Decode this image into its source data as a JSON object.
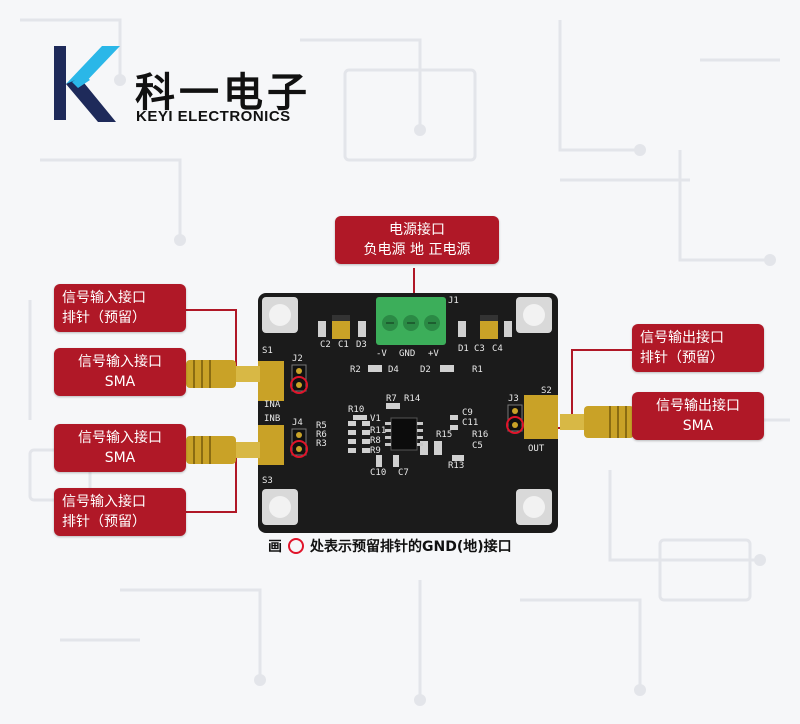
{
  "brand": {
    "name_cn": "科一电子",
    "name_en": "KEYI ELECTRONICS",
    "colors": {
      "logo_dark": "#1e2a5a",
      "logo_cyan": "#2ab7e8"
    }
  },
  "callouts": {
    "power": {
      "line1": "电源接口",
      "line2": "负电源  地  正电源"
    },
    "in_a_header": {
      "line1": "信号输入接口",
      "line2": "排针（预留）"
    },
    "in_a_sma": {
      "line1": "信号输入接口",
      "line2": "SMA"
    },
    "in_b_sma": {
      "line1": "信号输入接口",
      "line2": "SMA"
    },
    "in_b_header": {
      "line1": "信号输入接口",
      "line2": "排针（预留）"
    },
    "out_header": {
      "line1": "信号输出接口",
      "line2": "排针（预留）"
    },
    "out_sma": {
      "line1": "信号输出接口",
      "line2": "SMA"
    }
  },
  "legend": {
    "prefix": "画",
    "text": "处表示预留排针的GND(地)接口"
  },
  "board": {
    "silk": {
      "s1": "S1",
      "s2": "S2",
      "s3": "S3",
      "j1": "J1",
      "j2": "J2",
      "j3": "J3",
      "j4": "J4",
      "ina": "INA",
      "inb": "INB",
      "out": "OUT",
      "neg_v": "-V",
      "gnd": "GND",
      "pos_v": "+V",
      "d3": "D3",
      "d1": "D1",
      "d4": "D4",
      "d2": "D2",
      "c2": "C2",
      "c1": "C1",
      "c3": "C3",
      "c4": "C4",
      "r2": "R2",
      "r1": "R1",
      "r7": "R7",
      "r14": "R14",
      "r10": "R10",
      "v1": "V1",
      "r5": "R5",
      "r6": "R6",
      "r8": "R8",
      "r9": "R9",
      "r3": "R3",
      "r11": "R11",
      "c9": "C9",
      "c11": "C11",
      "r16": "R16",
      "r15": "R15",
      "c5": "C5",
      "r13": "R13",
      "c10": "C10",
      "c7": "C7"
    },
    "colors": {
      "pcb": "#1b1b1b",
      "terminal": "#3cae5a",
      "sma_gold": "#c9a227",
      "callout": "#b01827",
      "gnd_ring": "#e0142a"
    }
  }
}
